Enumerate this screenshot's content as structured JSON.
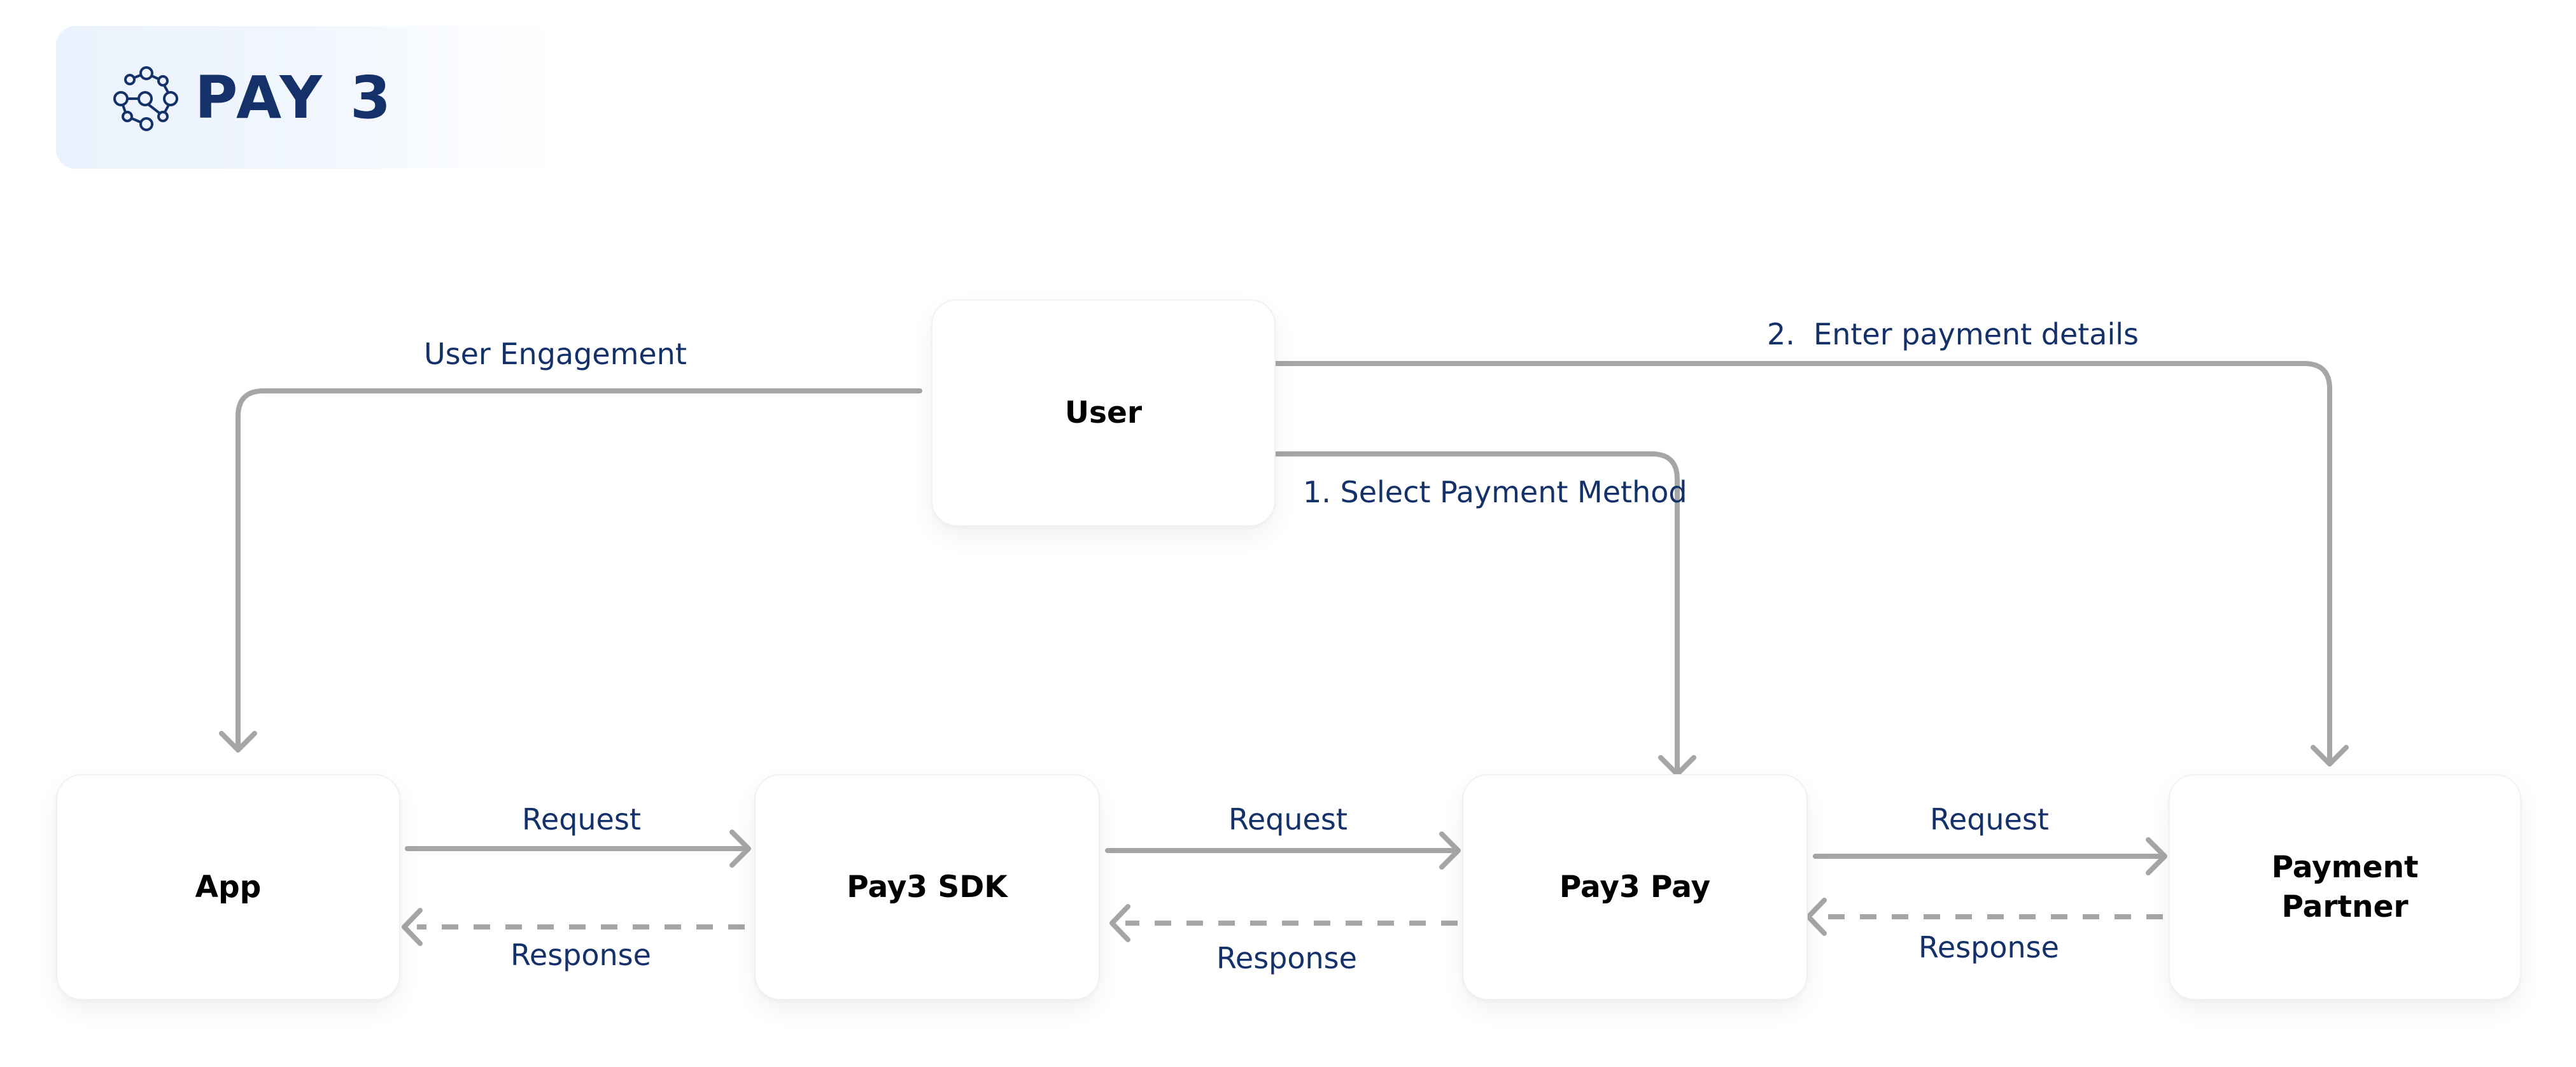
{
  "brand": {
    "name": "PAY 3",
    "icon": "network-nodes-icon",
    "color": "#15316a",
    "panel_gradient": [
      "#eaf2fd",
      "#ffffff"
    ]
  },
  "nodes": {
    "user": "User",
    "app": "App",
    "sdk": "Pay3 SDK",
    "pay": "Pay3 Pay",
    "partner_line1": "Payment",
    "partner_line2": "Partner"
  },
  "edges": {
    "user_engagement": "User Engagement",
    "enter_payment_details": "2.  Enter payment details",
    "select_payment_method": "1. Select Payment Method",
    "app_sdk_request": "Request",
    "app_sdk_response": "Response",
    "sdk_pay_request": "Request",
    "sdk_pay_response": "Response",
    "pay_partner_request": "Request",
    "pay_partner_response": "Response"
  },
  "colors": {
    "connector": "#a6a6a6",
    "label": "#15316a",
    "node_text": "#000000"
  }
}
